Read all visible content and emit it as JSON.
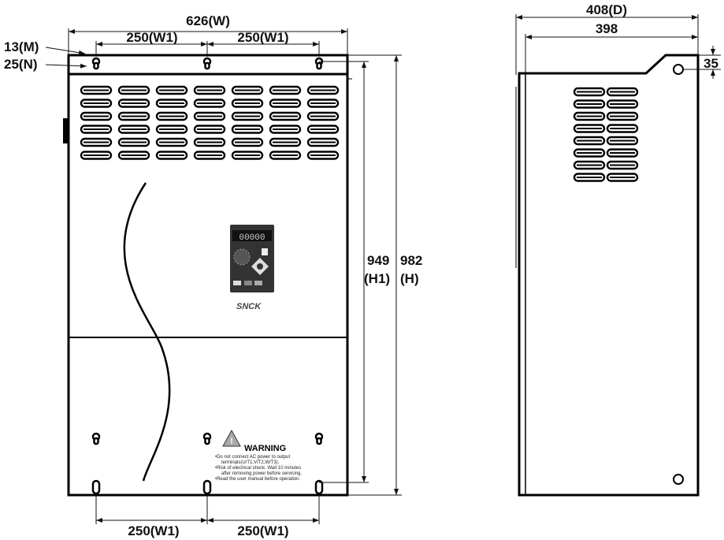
{
  "front_view": {
    "width_label": "626(W)",
    "w1_top_left": "250(W1)",
    "w1_top_right": "250(W1)",
    "w1_bottom_left": "250(W1)",
    "w1_bottom_right": "250(W1)",
    "m_label": "13(M)",
    "n_label": "25(N)",
    "h1_value": "949",
    "h1_label": "(H1)",
    "h_value": "982",
    "h_label": "(H)",
    "brand": "SNCK",
    "warning": {
      "title": "WARNING",
      "lines": [
        "•Do not connect AC power to output",
        "terminals(U/T1,V/T2,W/T3).",
        "•Risk of electrical shock. Wait 10 minutes",
        "after removing power before servicing.",
        "•Read the user manual before operation."
      ]
    },
    "display_text": "00000"
  },
  "side_view": {
    "depth_label": "408(D)",
    "inner_depth_label": "398",
    "offset_label": "35"
  }
}
